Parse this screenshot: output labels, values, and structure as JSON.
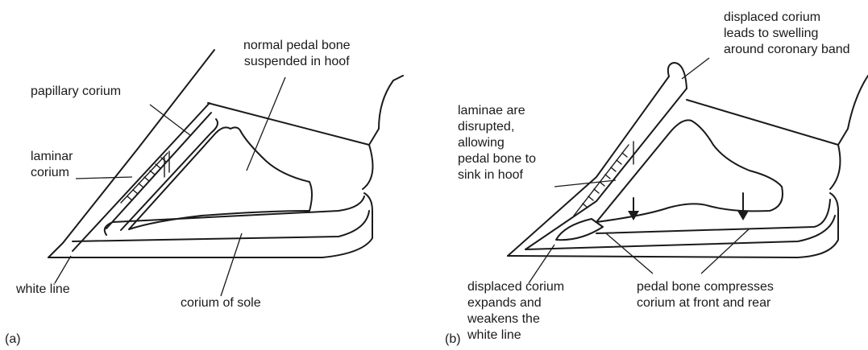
{
  "panel_a": {
    "panel_label": "(a)",
    "labels": {
      "normal_pedal_bone": "normal pedal bone\nsuspended in hoof",
      "papillary_corium": "papillary corium",
      "laminar_corium": "laminar\ncorium",
      "white_line": "white line",
      "corium_of_sole": "corium of sole"
    }
  },
  "panel_b": {
    "panel_label": "(b)",
    "labels": {
      "displaced_corium_top": "displaced corium\nleads to swelling\naround coronary band",
      "laminae_disrupted": "laminae are\ndisrupted,\nallowing\npedal bone to\nsink in hoof",
      "displaced_corium_bottom": "displaced corium\nexpands and\nweakens the\nwhite line",
      "pedal_bone_compresses": "pedal bone compresses\ncorium at front and rear"
    }
  }
}
